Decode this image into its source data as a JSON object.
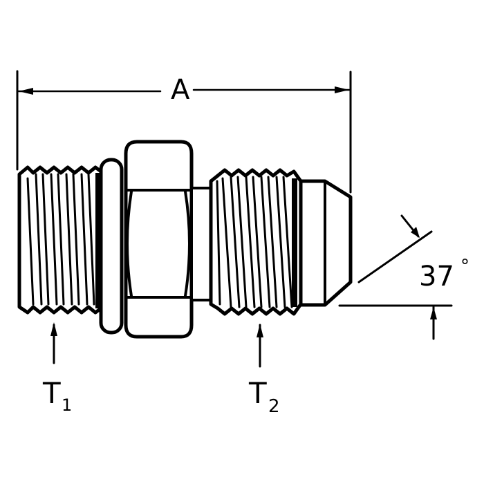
{
  "diagram": {
    "type": "technical-drawing",
    "subject": "straight thread adapter fitting with 37 degree flare",
    "colors": {
      "line": "#000000",
      "background": "#ffffff"
    },
    "labels": {
      "dimension_a": "A",
      "thread_1_main": "T",
      "thread_1_sub": "1",
      "thread_2_main": "T",
      "thread_2_sub": "2",
      "flare_angle": "37",
      "flare_angle_unit": "°"
    }
  }
}
